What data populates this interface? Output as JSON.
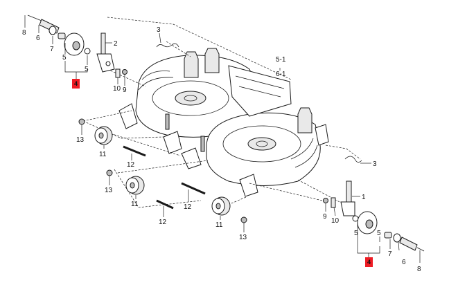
{
  "diagram": {
    "callouts": {
      "c8_top": "8",
      "c6_top": "6",
      "c7_top": "7",
      "c5a_top": "5",
      "c5b_top": "5",
      "c4_top": "4",
      "c2": "2",
      "c3_top": "3",
      "c10_top": "10",
      "c9_top": "9",
      "c51": "5-1",
      "c61": "6-1",
      "c13_a": "13",
      "c11_a": "11",
      "c12_a": "12",
      "c13_b": "13",
      "c11_b": "11",
      "c12_b": "12",
      "c12_c": "12",
      "c11_c": "11",
      "c13_c": "13",
      "c3_right": "3",
      "c1": "1",
      "c9_bot": "9",
      "c10_bot": "10",
      "c5_bot": "5",
      "c4_bot": "4",
      "c5b_bot": "5",
      "c6_bot": "6",
      "c7_bot": "7",
      "c8_bot": "8"
    },
    "highlight_color": "#ee1c24"
  }
}
